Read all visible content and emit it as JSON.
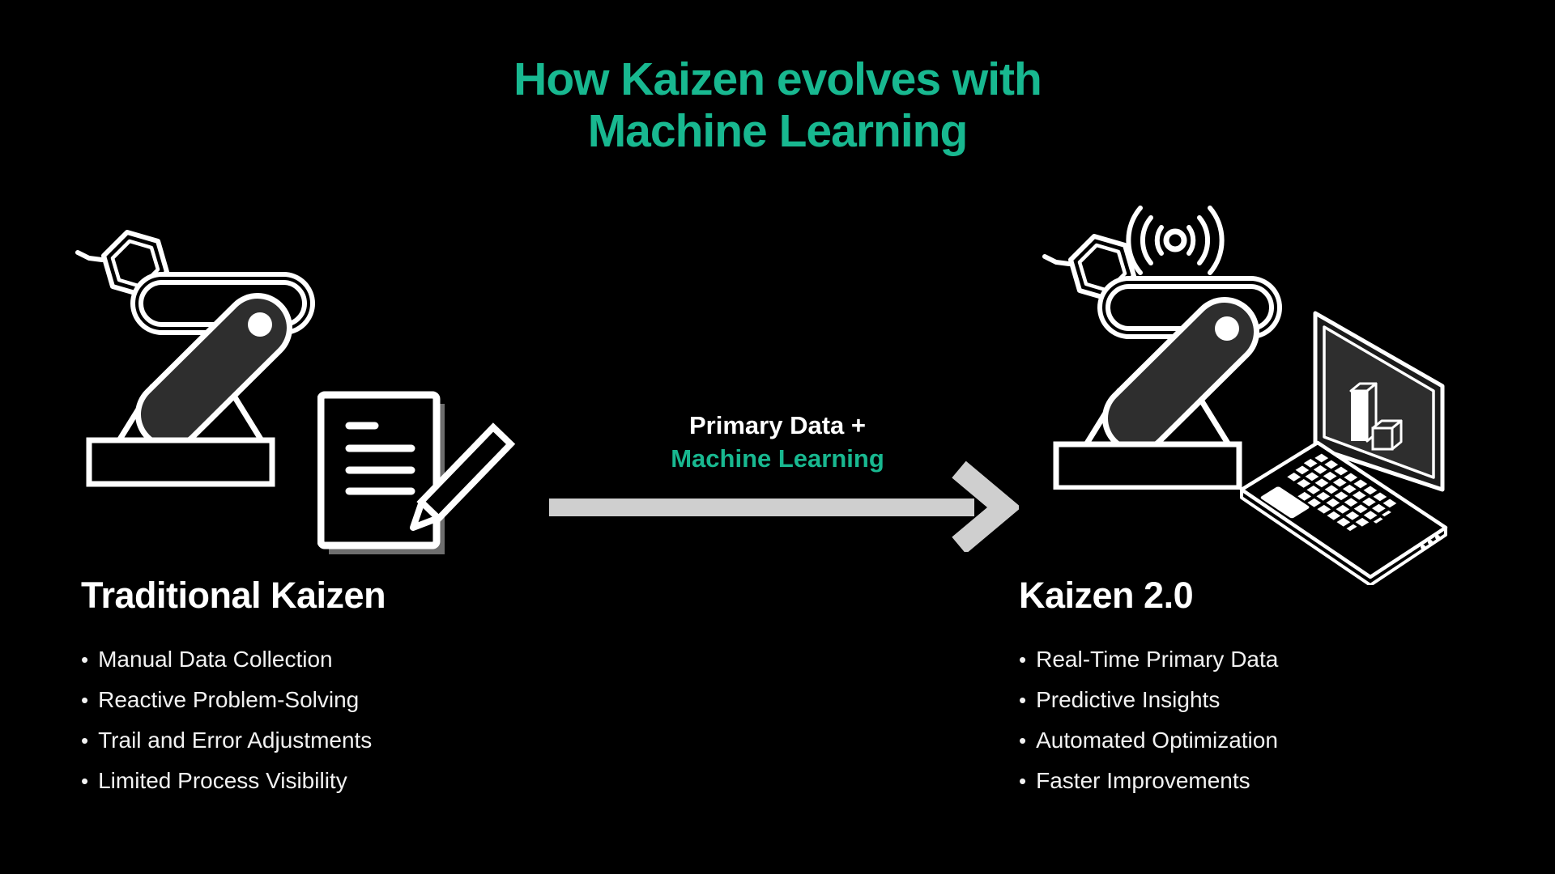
{
  "title": {
    "line1": "How Kaizen evolves with",
    "line2": "Machine Learning"
  },
  "left_section": {
    "heading": "Traditional Kaizen",
    "bullets": [
      "Manual Data Collection",
      "Reactive Problem-Solving",
      "Trail and Error Adjustments",
      "Limited Process Visibility"
    ],
    "icons": [
      "robot-arm-icon",
      "document-pencil-icon"
    ]
  },
  "transition": {
    "line1": "Primary Data +",
    "line2": "Machine Learning",
    "icon": "right-arrow-icon"
  },
  "right_section": {
    "heading": "Kaizen 2.0",
    "bullets": [
      "Real-Time Primary Data",
      "Predictive Insights",
      "Automated Optimization",
      "Faster Improvements"
    ],
    "icons": [
      "robot-arm-wireless-icon",
      "laptop-analytics-icon"
    ]
  },
  "colors": {
    "background": "#000000",
    "accent_teal": "#18B890",
    "heading_white": "#FFFFFF",
    "body_text": "#F2F2F2",
    "arrow_gray": "#CFCFCF",
    "icon_dark_fill": "#2E2E2E",
    "shadow_gray": "#6E6E6E"
  }
}
